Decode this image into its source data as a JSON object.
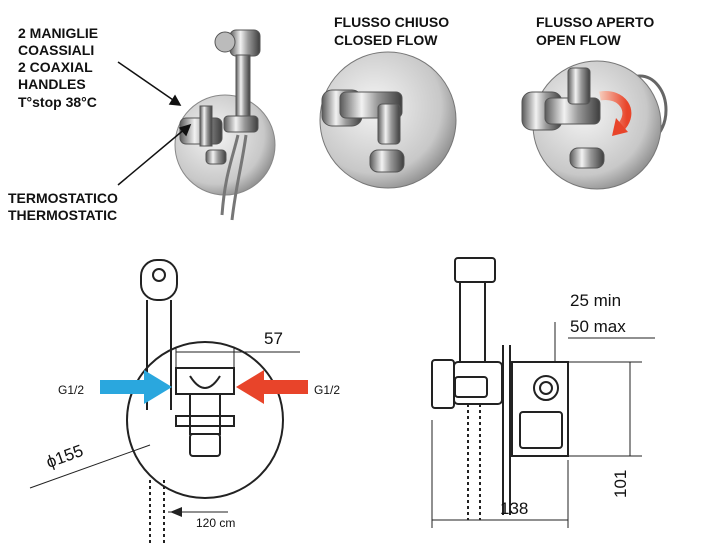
{
  "labels": {
    "handles_it_1": "2 MANIGLIE",
    "handles_it_2": "COASSIALI",
    "handles_en_1": "2 COAXIAL",
    "handles_en_2": "HANDLES",
    "tstop": "T°stop 38°C",
    "thermo_it": "TERMOSTATICO",
    "thermo_en": "THERMOSTATIC",
    "closed_it": "FLUSSO CHIUSO",
    "closed_en": "CLOSED FLOW",
    "open_it": "FLUSSO APERTO",
    "open_en": "OPEN FLOW"
  },
  "dimensions": {
    "width_57": "57",
    "diameter": "ϕ155",
    "inlet_left": "G1/2",
    "inlet_right": "G1/2",
    "hose_length": "120 cm",
    "depth_min": "25  min",
    "depth_max": "50  max",
    "depth_138": "138",
    "height_101": "101"
  },
  "colors": {
    "cold_arrow": "#2aa7de",
    "hot_arrow": "#e8442a",
    "line": "#222222"
  }
}
